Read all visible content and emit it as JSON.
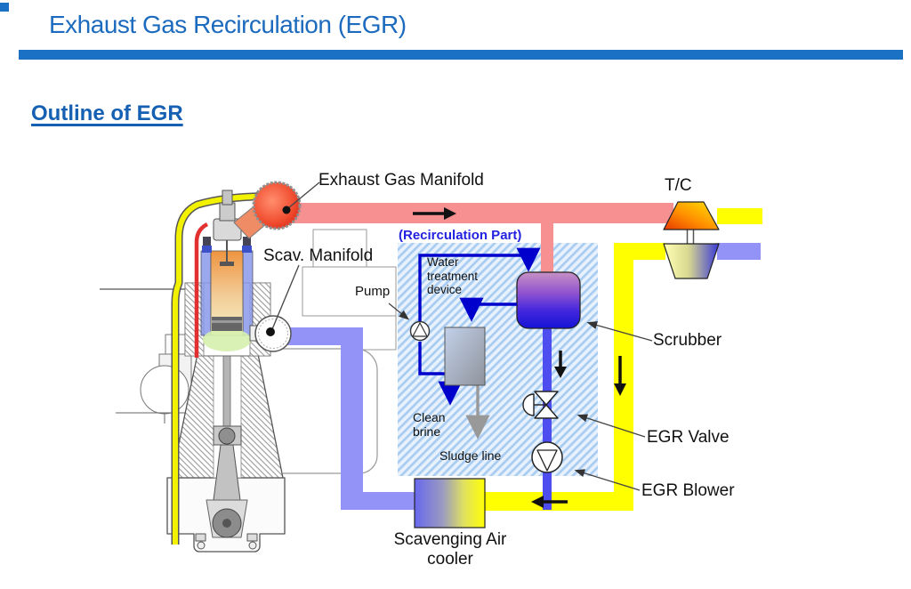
{
  "slide": {
    "title": "Exhaust Gas Recirculation (EGR)",
    "section_heading": "Outline of EGR"
  },
  "diagram": {
    "labels": {
      "exhaust_gas_manifold": "Exhaust Gas Manifold",
      "scav_manifold": "Scav. Manifold",
      "pump": "Pump",
      "turbocharger": "T/C",
      "recirculation_part": "(Recirculation Part)",
      "water_treatment_device": "Water treatment device",
      "clean_brine": "Clean brine",
      "sludge_line": "Sludge line",
      "scrubber": "Scrubber",
      "egr_valve": "EGR Valve",
      "egr_blower": "EGR Blower",
      "scavenging_air_cooler": "Scavenging Air cooler"
    },
    "colors": {
      "title_blue": "#1C6BBE",
      "header_bar_blue": "#1B72C5",
      "recirc_label_blue": "#2222E0",
      "exhaust_pipe_red": "#F79090",
      "air_pipe_yellow": "#FFFF00",
      "scav_air_pipe_blue": "#9393F7",
      "egr_pipe_blue": "#4D4DF0",
      "water_line_blue": "#0000CC",
      "sludge_line_gray": "#999999",
      "hatch_box_blue": "#A9CDF2"
    }
  }
}
